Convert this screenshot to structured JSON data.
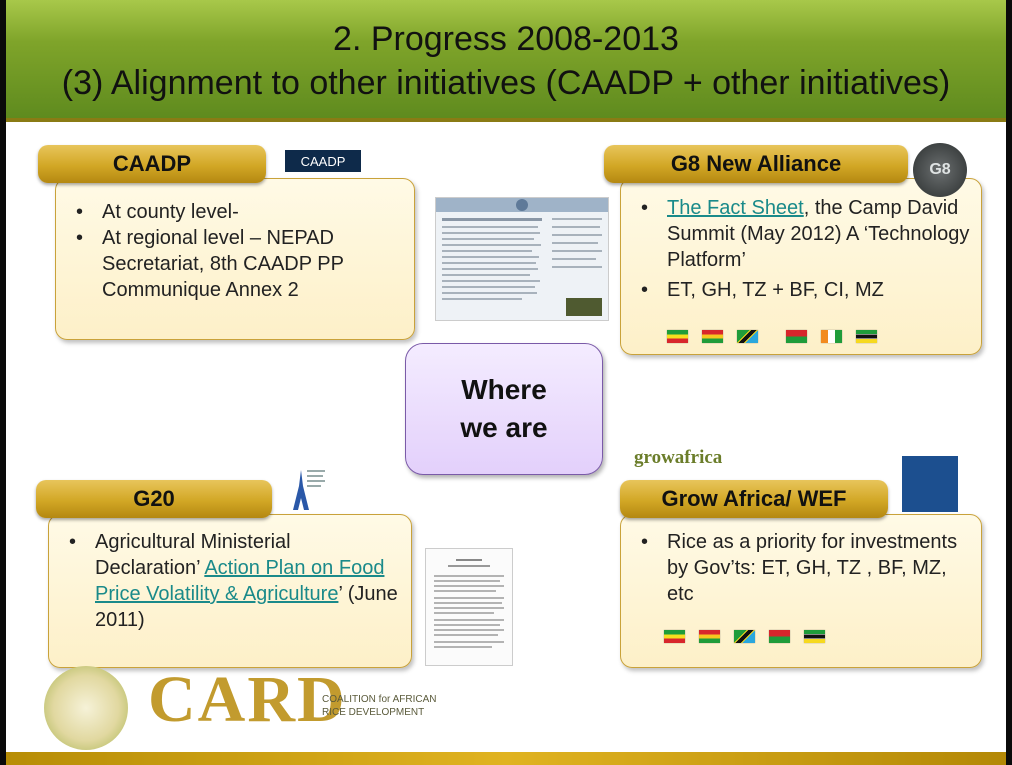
{
  "header": {
    "title_line1": "2. Progress 2008-2013",
    "title_line2": "(3) Alignment to other initiatives (CAADP + other initiatives)"
  },
  "center": {
    "line1": "Where",
    "line2": "we are"
  },
  "panels": {
    "caadp": {
      "tab": "CAADP",
      "logo_text": "CAADP",
      "items": [
        "At county level-",
        "At regional level – NEPAD Secretariat,  8th CAADP PP Communique Annex 2"
      ]
    },
    "g8": {
      "tab": "G8 New Alliance",
      "logo_text": "G8",
      "item1_link": "The Fact Sheet",
      "item1_text": ",  the Camp David Summit (May 2012) A ‘Technology Platform’",
      "item2": "ET, GH, TZ + BF, CI, MZ"
    },
    "g20": {
      "tab": "G20",
      "item_prefix": "Agricultural Ministerial Declaration’ ",
      "item_link": "Action Plan on Food Price Volatility & Agriculture",
      "item_suffix": "’ (June 2011)"
    },
    "grow": {
      "tab": "Grow Africa/ WEF",
      "logo_text": "growafrica",
      "item": "Rice as a priority for investments by Gov’ts: ET, GH, TZ , BF, MZ, etc"
    }
  },
  "footer": {
    "logo_word": "CARD",
    "logo_sub1": "COALITION for AFRICAN",
    "logo_sub2": "RICE DEVELOPMENT"
  },
  "colors": {
    "header_green": "#7fa42a",
    "tab_gold": "#d2a725",
    "box_cream": "#fdf0c8",
    "center_lavender": "#e3d0fb",
    "link_teal": "#1a8a8a"
  }
}
